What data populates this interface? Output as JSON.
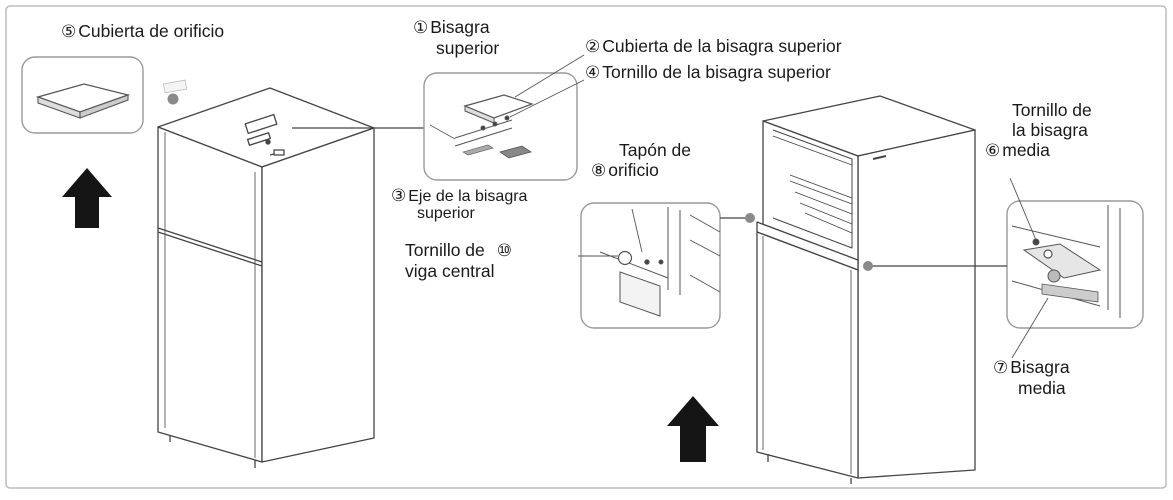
{
  "labels": {
    "hole_cover": {
      "num": "⑤",
      "text": "Cubierta de orificio"
    },
    "top_hinge": {
      "num": "①",
      "line1": "Bisagra",
      "line2": "superior"
    },
    "top_hinge_cover": {
      "num": "②",
      "text": "Cubierta de la bisagra superior"
    },
    "top_hinge_screw": {
      "num": "④",
      "text": "Tornillo de la bisagra superior"
    },
    "top_hinge_axis": {
      "num": "③",
      "line1": "Eje de la bisagra",
      "line2": "superior"
    },
    "hole_plug": {
      "num": "⑧",
      "line1": "Tapón de",
      "line2": "orificio"
    },
    "center_beam_screw": {
      "num": "⑩",
      "line1": "Tornillo de",
      "line2": "viga central"
    },
    "middle_hinge_screw": {
      "num": "⑥",
      "line1": "Tornillo de",
      "line2": "la bisagra",
      "line3": "media"
    },
    "middle_hinge": {
      "num": "⑦",
      "line1": "Bisagra",
      "line2": "media"
    }
  },
  "icons": {
    "left_arrow": "up-arrow-icon",
    "right_arrow": "up-arrow-icon"
  },
  "colors": {
    "line": "#444444",
    "arrow": "#151515",
    "frame": "#bdbdbd"
  }
}
